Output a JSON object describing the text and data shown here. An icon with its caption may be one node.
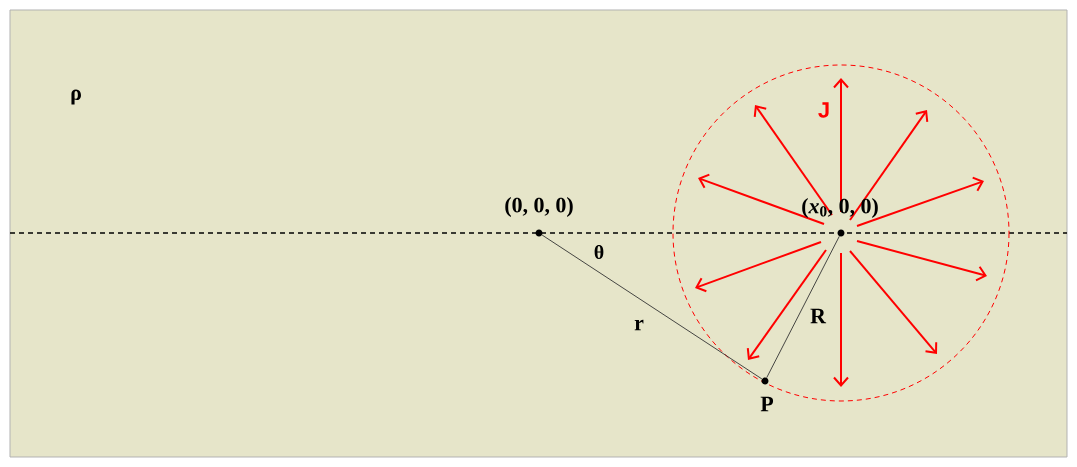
{
  "diagram": {
    "nodes": [
      {
        "text": [],
        "shape": "circle",
        "beside": [
          "(0, 0, 0)"
        ]
      },
      {
        "text": [],
        "shape": "circle",
        "beside": [
          "(*x*$_{0}$, 0, 0)"
        ]
      },
      {
        "text": [],
        "shape": "circle",
        "beside": [
          "P"
        ]
      }
    ],
    "edges": [
      {
        "from": 0,
        "to": 2,
        "arrow": "none",
        "label": "r"
      },
      {
        "from": 1,
        "to": 2,
        "arrow": "none",
        "label": "R"
      }
    ],
    "labels": [
      "ρ",
      "J",
      "θ"
    ]
  }
}
